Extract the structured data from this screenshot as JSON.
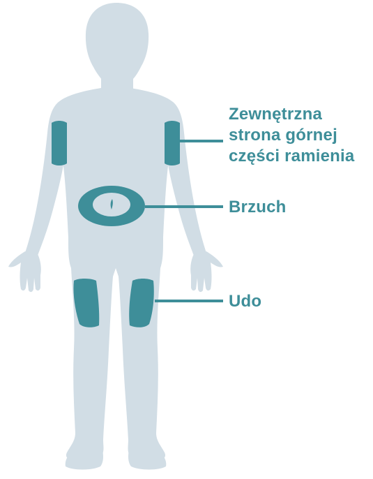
{
  "colors": {
    "body": "#d1dde5",
    "accent": "#3e8e99",
    "navel": "#ffffff"
  },
  "labels": {
    "upper_arm": [
      "Zewnętrzna",
      "strona górnej",
      "części ramienia"
    ],
    "abdomen": "Brzuch",
    "thigh": "Udo"
  }
}
